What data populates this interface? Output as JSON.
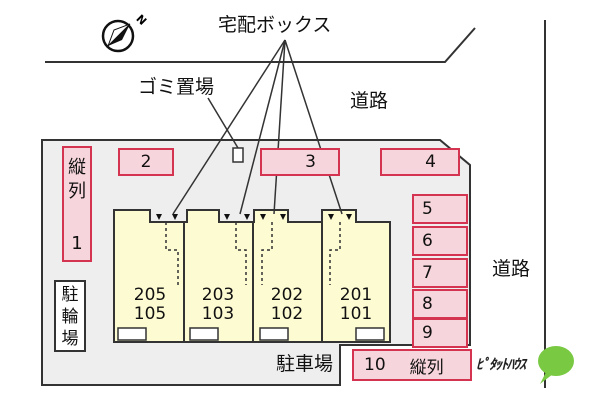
{
  "labels": {
    "delivery_box": "宅配ボックス",
    "garbage": "ゴミ置場",
    "road_top": "道路",
    "road_right": "道路",
    "parking": "駐車場",
    "bike_parking": [
      "駐",
      "輪",
      "場"
    ]
  },
  "parking_slots": {
    "left_vertical": {
      "chars": [
        "縦",
        "列"
      ],
      "number": "1"
    },
    "top": [
      "2",
      "3",
      "4"
    ],
    "right": [
      "5",
      "6",
      "7",
      "8",
      "9"
    ],
    "bottom": {
      "number": "10",
      "text": "縦列"
    }
  },
  "units": [
    {
      "upper": "205",
      "lower": "105"
    },
    {
      "upper": "203",
      "lower": "103"
    },
    {
      "upper": "202",
      "lower": "102"
    },
    {
      "upper": "201",
      "lower": "101"
    }
  ],
  "brand": {
    "name": "ﾋﾟﾀｯﾄﾊｳｽ"
  },
  "icons": {
    "compass": "north-arrow-compass-icon",
    "logo": "green-speech-bubble-logo-icon"
  },
  "colors": {
    "building_fill": "#fdfbd2",
    "slot_fill": "#f7d5dc",
    "slot_border": "#d4344f",
    "lot_fill": "#eeeeee",
    "logo_green": "#7ac943"
  }
}
